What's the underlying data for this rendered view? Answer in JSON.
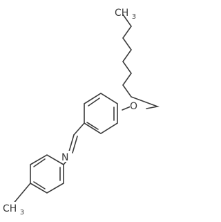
{
  "molecule": {
    "atom_labels": {
      "terminal_methyl_top": "CH3",
      "oxygen": "O",
      "imine_nitrogen": "N",
      "terminal_methyl_bottom": "CH3"
    }
  },
  "style": {
    "bond_color": "#3a3a3a",
    "background": "#ffffff"
  }
}
